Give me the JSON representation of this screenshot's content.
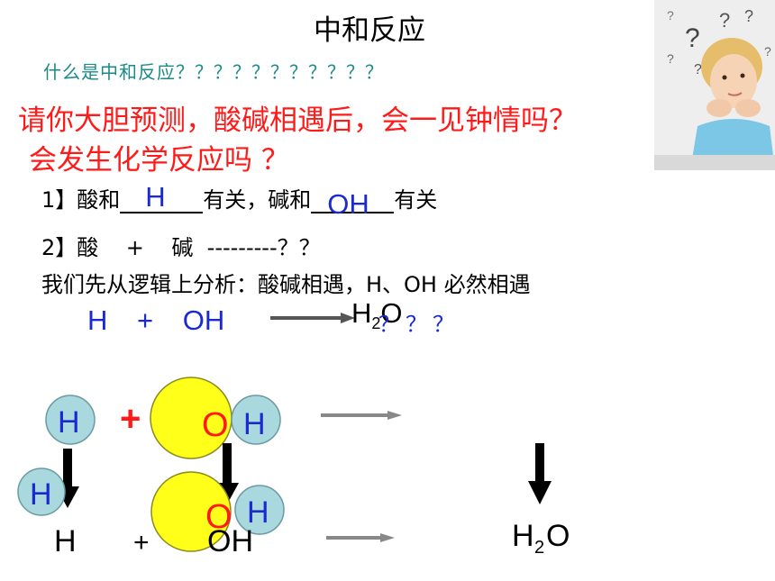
{
  "title": "中和反应",
  "question": "什么是中和反应？？？？？？？？？？？",
  "prediction": {
    "line1": "请你大胆预测，酸碱相遇后，会一见钟情吗？",
    "line2": "会发生化学反应吗 ？"
  },
  "step1": {
    "prefix": "1】酸和",
    "answer1": "H",
    "middle": "有关，碱和",
    "answer2": "OH",
    "suffix": "有关"
  },
  "step2": {
    "text": "2】酸    +    碱  ---------？？"
  },
  "analysis": {
    "text": "我们先从逻辑上分析：酸碱相遇，H、OH 必然相遇"
  },
  "equation": {
    "h": "H",
    "plus": "+",
    "oh": "OH",
    "product_main": "H",
    "product_sub": "2",
    "product_o": "O",
    "marks": "？？？"
  },
  "diagram": {
    "h_atom": "H",
    "o_atom": "O",
    "plus": "+",
    "bottom_h": "H",
    "bottom_plus": "+",
    "bottom_oh": "OH",
    "water_h": "H",
    "water_sub": "2",
    "water_o": "O",
    "colors": {
      "h_fill": "#a9d9df",
      "o_fill": "#ffff1a",
      "o_label": "#ff1a1a",
      "h_label": "#1a2ad0"
    }
  },
  "photo": {
    "marks": [
      "?",
      "?",
      "?",
      "?",
      "?",
      "?",
      "?"
    ]
  }
}
